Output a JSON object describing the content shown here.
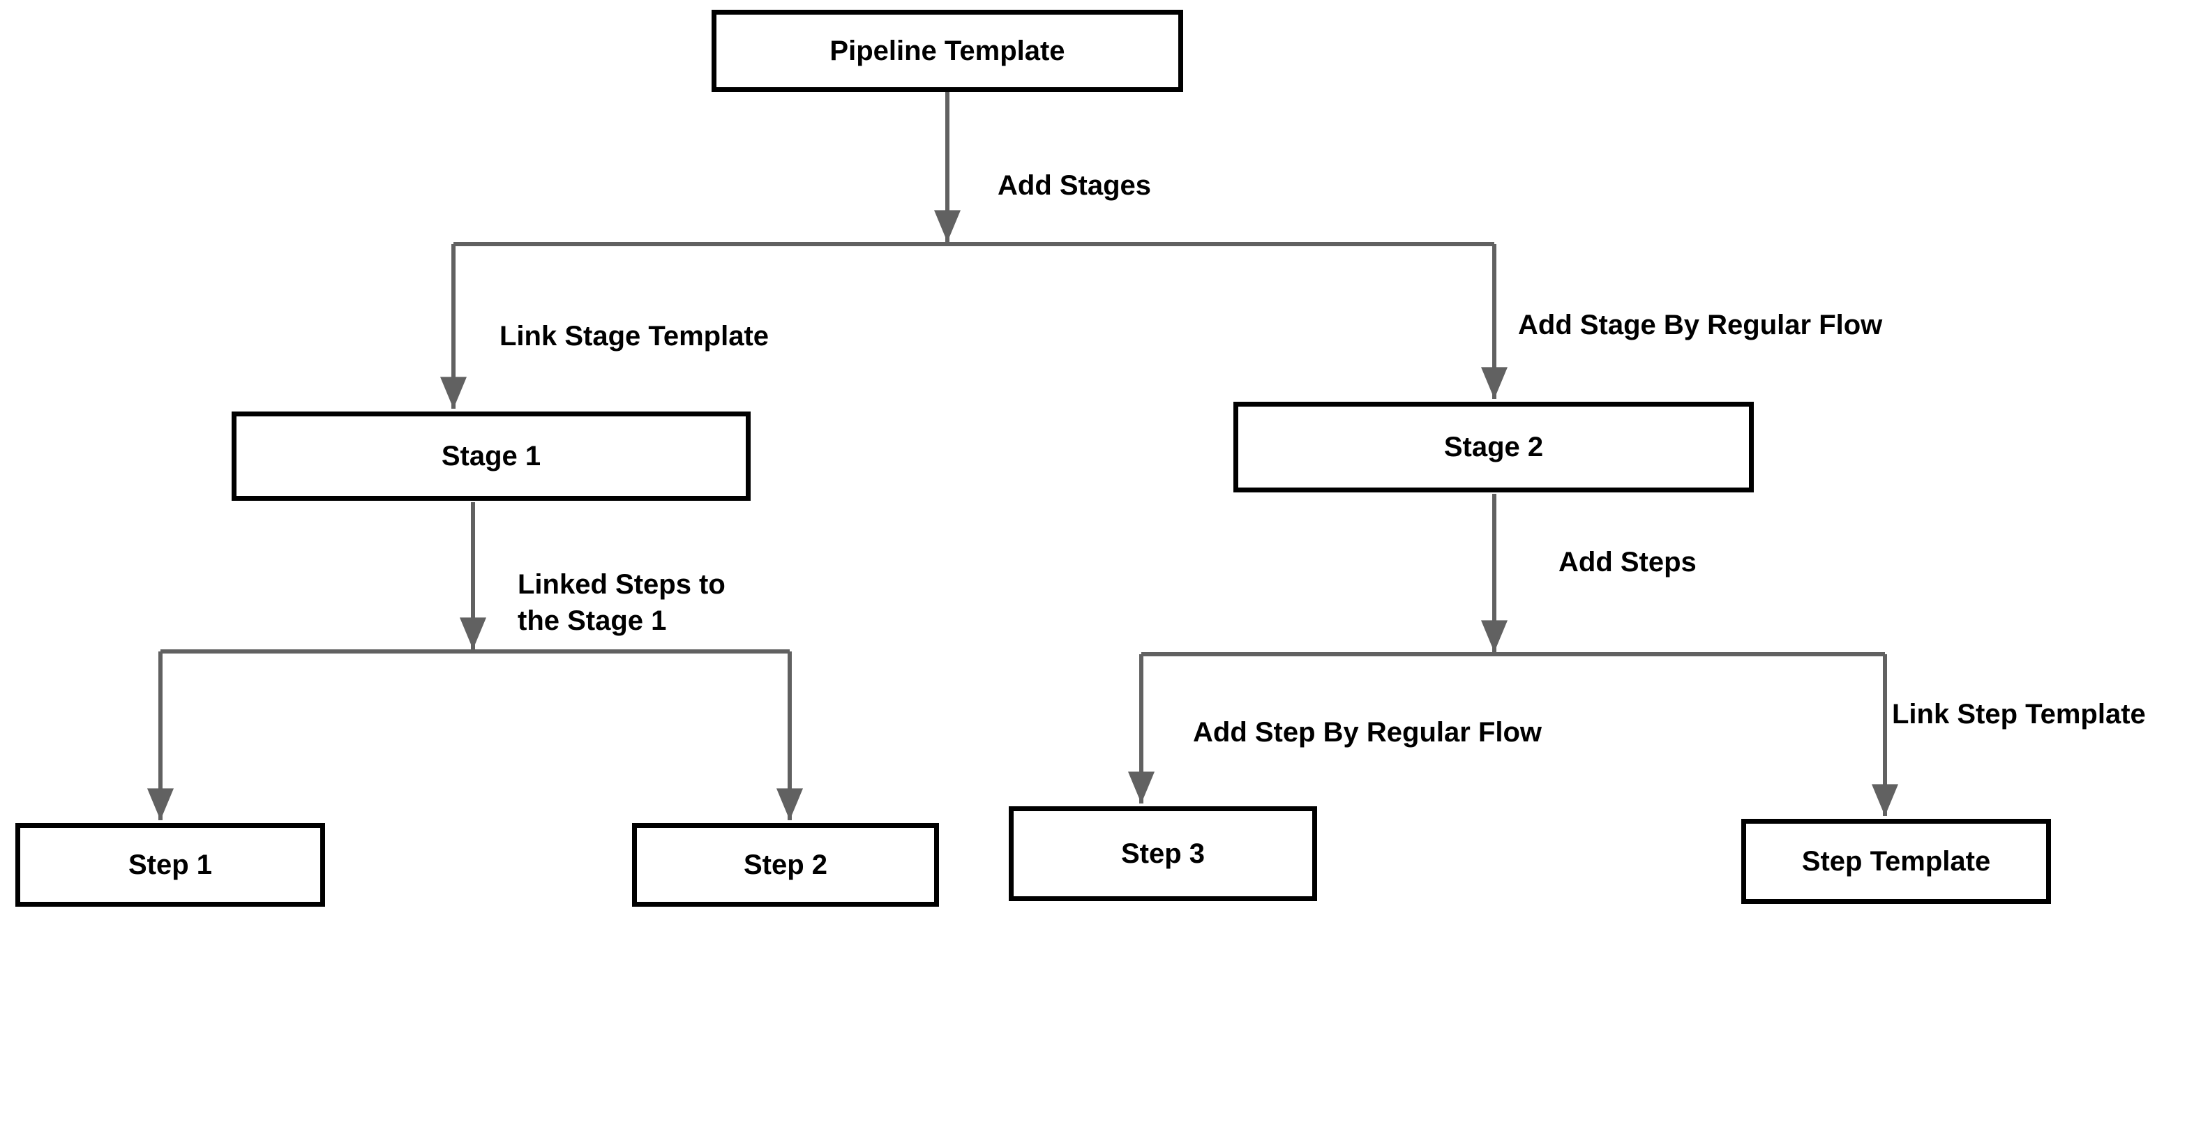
{
  "diagram": {
    "type": "flowchart",
    "background_color": "#ffffff",
    "node_style": {
      "fill": "#ffffff",
      "border_color": "#000000",
      "text_color": "#000000"
    },
    "edge_style": {
      "line_color": "#616161",
      "arrowhead_color": "#616161",
      "label_color": "#000000"
    },
    "nodes": [
      {
        "id": "pipeline-template",
        "label": "Pipeline Template"
      },
      {
        "id": "stage-1",
        "label": "Stage 1"
      },
      {
        "id": "stage-2",
        "label": "Stage 2"
      },
      {
        "id": "step-1",
        "label": "Step 1"
      },
      {
        "id": "step-2",
        "label": "Step 2"
      },
      {
        "id": "step-3",
        "label": "Step 3"
      },
      {
        "id": "step-template",
        "label": "Step Template"
      }
    ],
    "edges": [
      {
        "from": "pipeline-template",
        "to": "stage-split",
        "label": "Add Stages"
      },
      {
        "from": "stage-split",
        "to": "stage-1",
        "label": "Link Stage Template"
      },
      {
        "from": "stage-split",
        "to": "stage-2",
        "label": "Add Stage By Regular Flow"
      },
      {
        "from": "stage-1",
        "to": "step-split-1",
        "label": "Linked Steps to the Stage 1"
      },
      {
        "from": "step-split-1",
        "to": "step-1",
        "label": ""
      },
      {
        "from": "step-split-1",
        "to": "step-2",
        "label": ""
      },
      {
        "from": "stage-2",
        "to": "step-split-2",
        "label": "Add Steps"
      },
      {
        "from": "step-split-2",
        "to": "step-3",
        "label": "Add Step By Regular Flow"
      },
      {
        "from": "step-split-2",
        "to": "step-template",
        "label": "Link Step Template"
      }
    ]
  }
}
